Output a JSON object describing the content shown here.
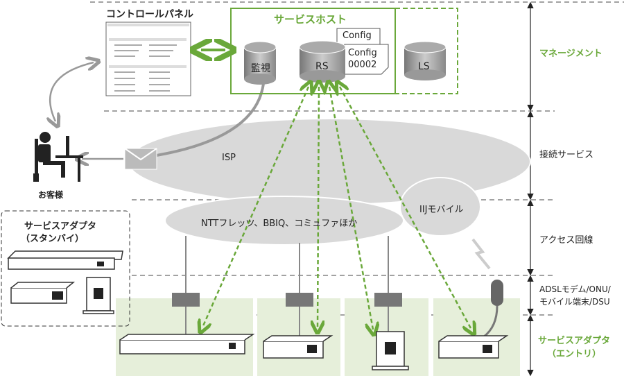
{
  "colors": {
    "accent": "#6aa83a",
    "cloud": "#d9d9d9",
    "panel": "#e6efda",
    "device": "#888888"
  },
  "control_panel": {
    "title": "コントロールパネル"
  },
  "service_host": {
    "title": "サービスホスト",
    "monitor": "監視",
    "rs": "RS",
    "ls": "LS",
    "config1": "Config",
    "config2": "Config\n00002"
  },
  "customer": {
    "label": "お客様"
  },
  "clouds": {
    "isp": "ISP",
    "access": "NTTフレッツ、BBIQ、コミュファほか",
    "mobile": "IIJモバイル"
  },
  "standby": {
    "title_line1": "サービスアダプタ",
    "title_line2": "（スタンバイ）"
  },
  "layers": [
    {
      "label": "マネージメント",
      "highlight": true
    },
    {
      "label": "接続サービス",
      "highlight": false
    },
    {
      "label": "アクセス回線",
      "highlight": false
    },
    {
      "label": "ADSLモデム/ONU/\nモバイル端末/DSU",
      "highlight": false
    },
    {
      "label": "サービスアダプタ\n（エントリ）",
      "highlight": true
    }
  ]
}
